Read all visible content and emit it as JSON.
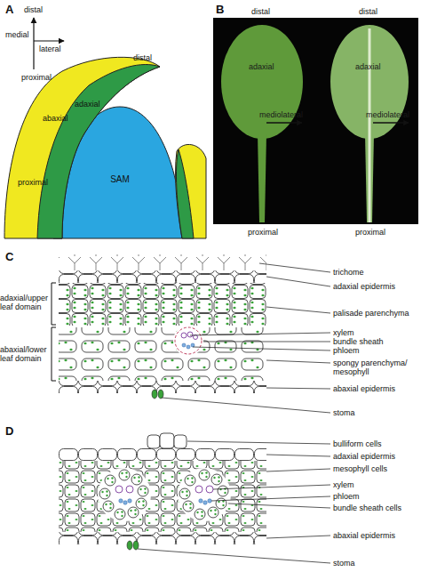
{
  "diagram": {
    "nodes": [
      {
        "text": [
          "SAM"
        ]
      }
    ],
    "labels": [
      "A",
      "distal",
      "medial",
      "lateral",
      "proximal",
      "distal",
      "abaxial",
      "adaxial",
      "proximal",
      "B",
      "distal",
      "distal",
      "adaxial",
      "adaxial",
      "mediolateral",
      "mediolateral",
      "proximal",
      "proximal",
      "C",
      "trichome",
      "adaxial epidermis",
      "palisade parenchyma",
      "xylem",
      "bundle sheath",
      "phloem",
      "spongy parenchyma/ mesophyll",
      "abaxial epidermis",
      "stoma",
      "adaxial/upper leaf domain",
      "abaxial/lower leaf domain",
      "D",
      "bulliform cells",
      "adaxial epidermis",
      "mesophyll cells",
      "xylem",
      "phloem",
      "bundle sheath cells",
      "abaxial epidermis",
      "stoma"
    ]
  }
}
